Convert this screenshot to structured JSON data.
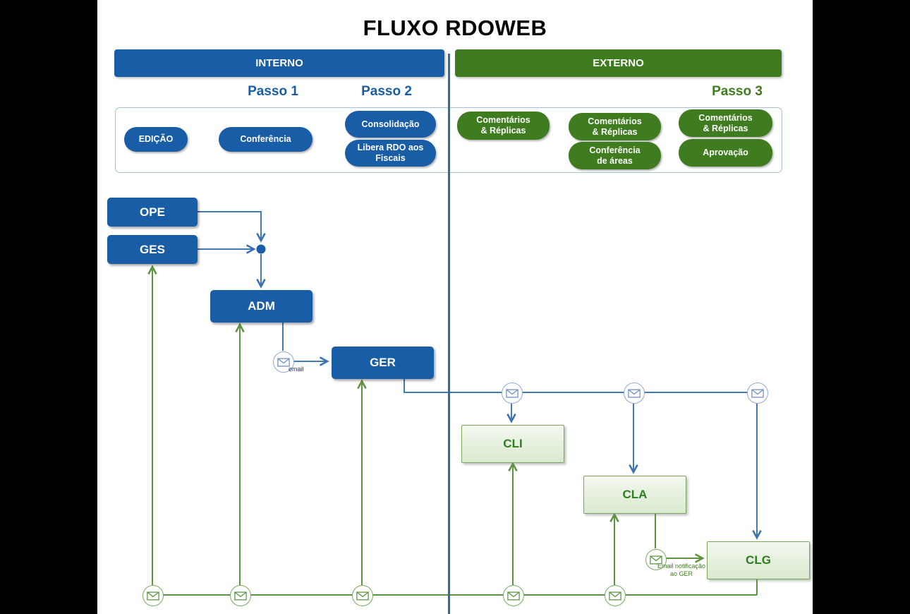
{
  "title": "FLUXO RDOWEB",
  "headers": {
    "interno": "INTERNO",
    "externo": "EXTERNO"
  },
  "steps": {
    "passo1": "Passo 1",
    "passo2": "Passo 2",
    "passo3": "Passo 3"
  },
  "pills": {
    "interno": [
      {
        "id": "edicao",
        "lines": [
          "EDIÇÃO"
        ]
      },
      {
        "id": "conferencia",
        "lines": [
          "Conferência"
        ]
      },
      {
        "id": "consolidacao",
        "lines": [
          "Consolidação"
        ]
      },
      {
        "id": "libera-rdo-aos-fiscais",
        "lines": [
          "Libera RDO aos",
          "Fiscais"
        ]
      }
    ],
    "externo": [
      {
        "id": "comentarios-replicas-1",
        "lines": [
          "Comentários",
          "& Réplicas"
        ]
      },
      {
        "id": "comentarios-replicas-2",
        "lines": [
          "Comentários",
          "& Réplicas"
        ]
      },
      {
        "id": "conferencia-de-areas",
        "lines": [
          "Conferência",
          "de áreas"
        ]
      },
      {
        "id": "comentarios-replicas-3",
        "lines": [
          "Comentários",
          "& Réplicas"
        ]
      },
      {
        "id": "aprovacao",
        "lines": [
          "Aprovação"
        ]
      }
    ]
  },
  "nodes": {
    "ope": "OPE",
    "ges": "GES",
    "adm": "ADM",
    "ger": "GER",
    "cli": "CLI",
    "cla": "CLA",
    "clg": "CLG"
  },
  "annotations": {
    "email": "email",
    "email_notificacao": [
      "Email notificação",
      "ao GER"
    ]
  },
  "icons": {
    "email": "envelope"
  },
  "colors": {
    "interno_blue": "#185da6",
    "externo_green": "#3e7c1f",
    "divider_blue": "#2e6da4",
    "connector_blue": "#4479b8",
    "connector_green": "#5d9440",
    "light_box_border": "#7aa55e",
    "light_box_text": "#2e7d1f"
  }
}
